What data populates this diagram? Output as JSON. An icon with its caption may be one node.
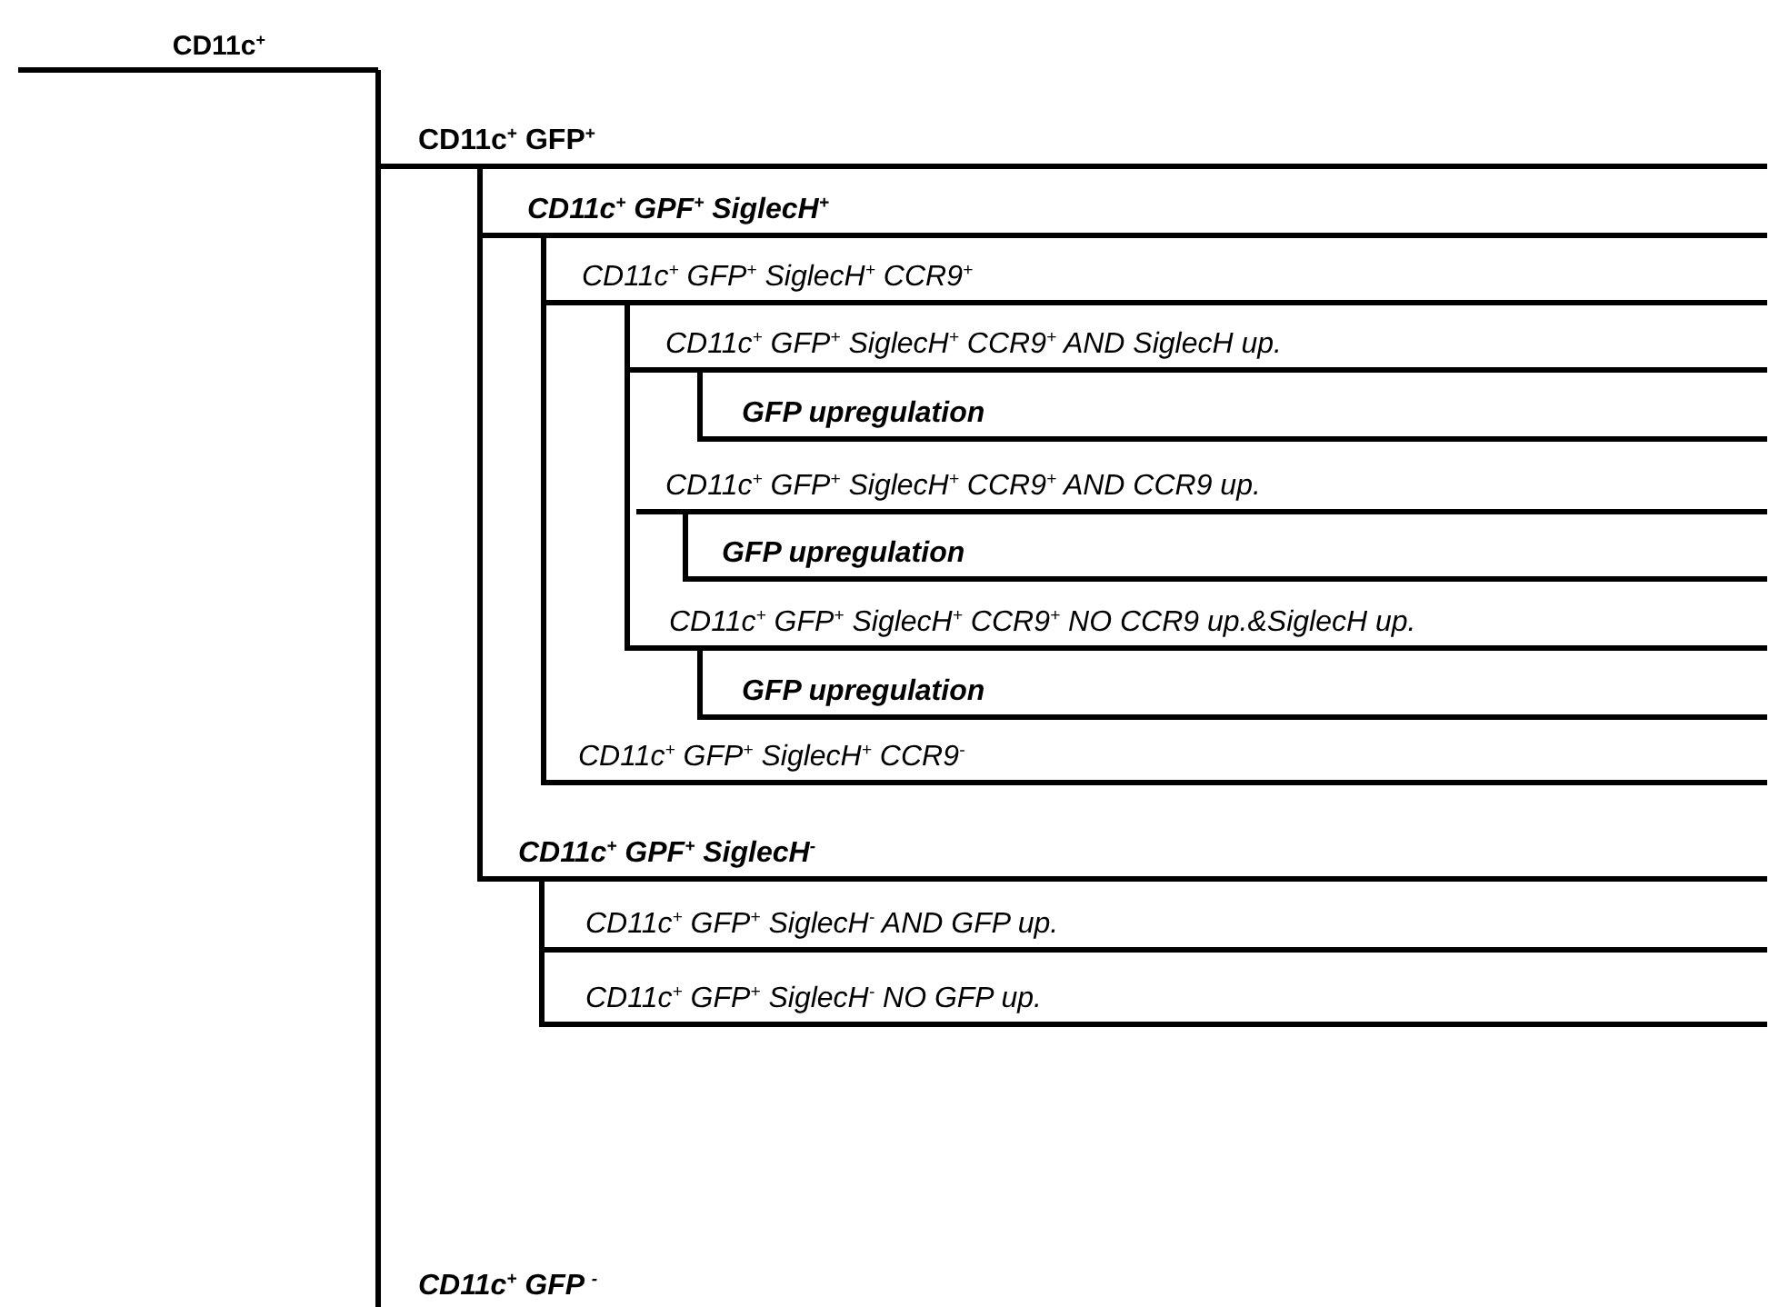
{
  "diagram": {
    "nodes": [
      {
        "text": [
          "CD11c$^{+}$"
        ]
      },
      {
        "text": [
          "CD11c$^{+}$ GFP$^{+}$"
        ]
      },
      {
        "text": [
          "CD11c$^{+}$ GPF$^{+}$ SiglecH$^{+}$"
        ]
      },
      {
        "text": [
          "CD11c$^{+}$ GFP$^{+}$ SiglecH$^{+}$ CCR9$^{+}$"
        ]
      },
      {
        "text": [
          "CD11c$^{+}$ GFP$^{+}$ SiglecH$^{+}$ CCR9$^{+}$ AND SiglecH up."
        ]
      },
      {
        "text": [
          "GFP upregulation"
        ]
      },
      {
        "text": [
          "CD11c$^{+}$ GFP$^{+}$ SiglecH$^{+}$ CCR9$^{+}$ AND CCR9 up."
        ]
      },
      {
        "text": [
          "GFP upregulation"
        ]
      },
      {
        "text": [
          "CD11c$^{+}$ GFP$^{+}$ SiglecH$^{+}$ CCR9$^{+}$ NO CCR9 up.&SiglecH up."
        ]
      },
      {
        "text": [
          "GFP upregulation"
        ]
      },
      {
        "text": [
          "CD11c$^{+}$ GFP$^{+}$ SiglecH$^{+}$ CCR9$^{-}$"
        ]
      },
      {
        "text": [
          "CD11c$^{+}$ GPF$^{+}$ SiglecH$^{-}$"
        ]
      },
      {
        "text": [
          "CD11c$^{+}$ GFP$^{+}$ SiglecH$^{-}$ AND GFP up."
        ]
      },
      {
        "text": [
          "CD11c$^{+}$ GFP$^{+}$ SiglecH$^{-}$ NO GFP up."
        ]
      },
      {
        "text": [
          "CD11c$^{+}$ GFP $^{-}$"
        ]
      }
    ],
    "edges": [
      {
        "from": 0,
        "to": 1,
        "arrow": "none"
      },
      {
        "from": 0,
        "to": 14,
        "arrow": "none"
      },
      {
        "from": 1,
        "to": 2,
        "arrow": "none"
      },
      {
        "from": 1,
        "to": 11,
        "arrow": "none"
      },
      {
        "from": 2,
        "to": 3,
        "arrow": "none"
      },
      {
        "from": 2,
        "to": 10,
        "arrow": "none"
      },
      {
        "from": 3,
        "to": 4,
        "arrow": "none"
      },
      {
        "from": 3,
        "to": 6,
        "arrow": "none"
      },
      {
        "from": 3,
        "to": 8,
        "arrow": "none"
      },
      {
        "from": 4,
        "to": 5,
        "arrow": "none"
      },
      {
        "from": 6,
        "to": 7,
        "arrow": "none"
      },
      {
        "from": 8,
        "to": 9,
        "arrow": "none"
      },
      {
        "from": 11,
        "to": 12,
        "arrow": "none"
      },
      {
        "from": 11,
        "to": 13,
        "arrow": "none"
      }
    ]
  }
}
